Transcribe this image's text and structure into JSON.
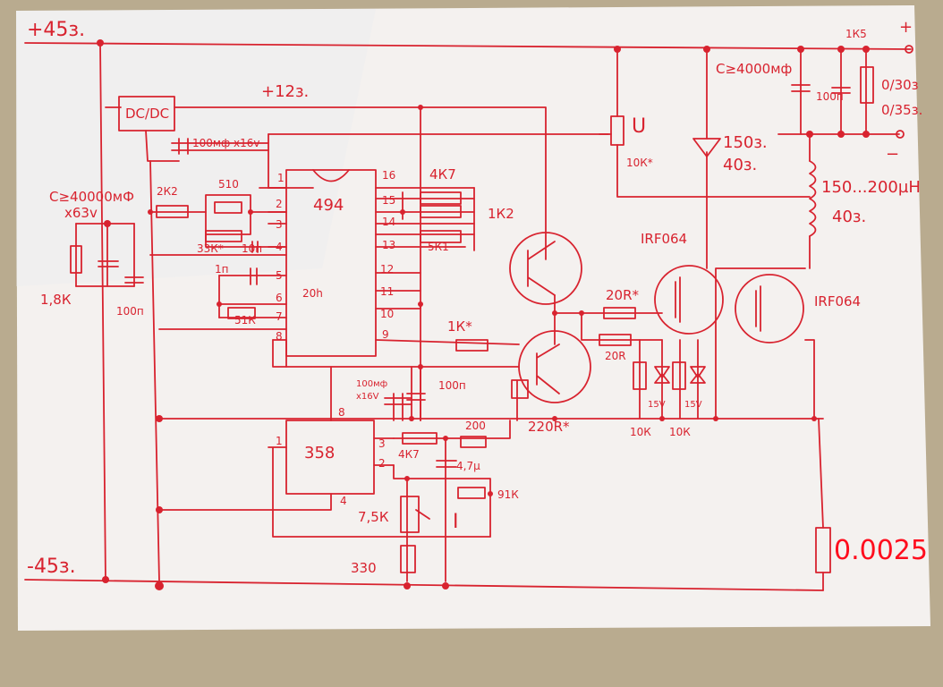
{
  "labels": {
    "rail_pos": "+45з.",
    "rail_neg": "-45з.",
    "rail_12": "+12з.",
    "dcdc": "DC/DC",
    "cap_in_1": "С≥40000мФ",
    "cap_in_2": "х63v",
    "res_1k8": "1,8К",
    "cap_100n_a": "100п",
    "cap_100uf_top": "100мф х16v",
    "r_2k2": "2К2",
    "r_510": "510",
    "r_33k": "33К*",
    "c_10n": "10п",
    "c_1n": "1п",
    "r_51k": "51К",
    "ic_494": "494",
    "ic_494_mark": "20h",
    "pin1": "1",
    "pin2": "2",
    "pin3": "3",
    "pin4": "4",
    "pin5": "5",
    "pin6": "6",
    "pin7": "7",
    "pin8": "8",
    "pin9": "9",
    "pin10": "10",
    "pin11": "11",
    "pin12": "12",
    "pin13": "13",
    "pin14": "14",
    "pin15": "15",
    "pin16": "16",
    "r_4k7_top": "4К7",
    "r_1k2": "1К2",
    "r_5k1": "5К1",
    "r_1k_star": "1К*",
    "cap_100uf_mid_1": "100мф",
    "cap_100uf_mid_2": "х16V",
    "cap_100n_b": "100п",
    "ic_358": "358",
    "op_pin1": "1",
    "op_pin2": "2",
    "op_pin3": "3",
    "op_pin4": "4",
    "op_pin8": "8",
    "r_4k7_op": "4К7",
    "r_200": "200",
    "cap_4u7": "4,7µ",
    "r_91k": "91К",
    "pot_7k5": "7,5К",
    "current_I": "I",
    "r_330": "330",
    "r_220r": "220R*",
    "r_20r_a": "20R*",
    "r_20r_b": "20R",
    "r_10k_a": "10К",
    "r_10k_b": "10К",
    "z_15v_a": "15V",
    "z_15v_b": "15V",
    "mos_1": "IRF064",
    "mos_2": "IRF064",
    "pot_U": "U",
    "pot_10k": "10К*",
    "cap_out": "С≥4000мф",
    "cap_100n_c": "100п",
    "diode_1": "150з.",
    "diode_2": "40з.",
    "ind_1": "150...200µН",
    "ind_2": "40з.",
    "fuse_1k5": "1К5",
    "meter_1": "0/30з",
    "meter_2": "0/35з.",
    "out_plus": "+",
    "out_minus": "−",
    "shunt": "0.0025"
  },
  "colors": {
    "ink": "#d8232f",
    "paper": "#f4f1ef",
    "bright_red": "#ff0d1d"
  }
}
